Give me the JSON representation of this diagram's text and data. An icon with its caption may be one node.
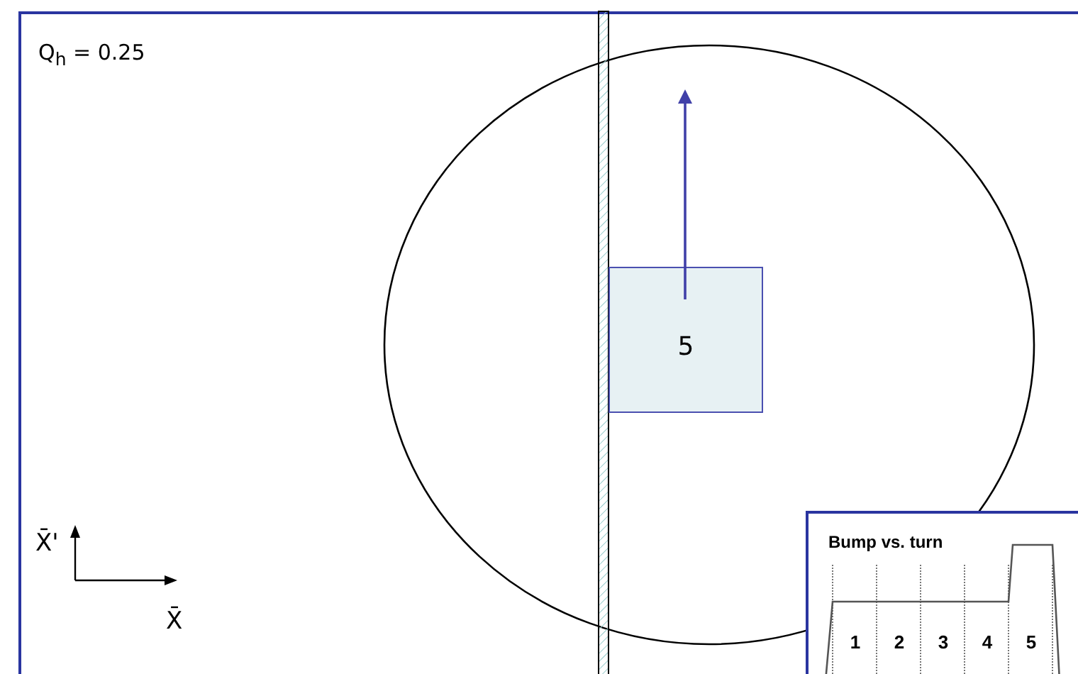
{
  "diagram": {
    "nodes": [
      {
        "text": [
          "5"
        ]
      },
      {
        "text": [
          "Bump vs. turn",
          "1",
          "2",
          "3",
          "4",
          "5"
        ]
      }
    ],
    "labels": [
      "Q$_{h}$ = 0.25",
      "X̄'",
      "X̄"
    ]
  }
}
